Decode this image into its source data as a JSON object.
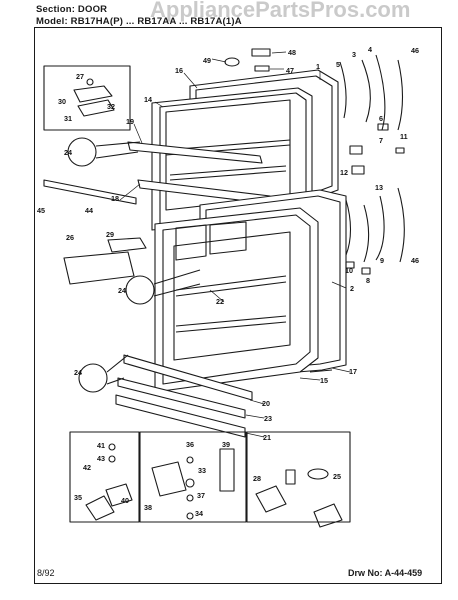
{
  "header": {
    "section": "Section: DOOR",
    "model": "Model: RB17HA(P) ... RB17AA ... RB17A(1)A"
  },
  "watermark": "AppliancePartsPros.com",
  "footer": {
    "date": "8/92",
    "drawing_number": "Drw No: A-44-459"
  },
  "part_labels": [
    "49",
    "48",
    "47",
    "16",
    "1",
    "3",
    "4",
    "46",
    "5",
    "27",
    "30",
    "32",
    "31",
    "14",
    "19",
    "24",
    "6",
    "7",
    "12",
    "11",
    "18",
    "45",
    "44",
    "13",
    "9",
    "46",
    "26",
    "29",
    "24",
    "22",
    "10",
    "8",
    "2",
    "17",
    "15",
    "24",
    "20",
    "23",
    "21",
    "41",
    "43",
    "42",
    "40",
    "35",
    "36",
    "33",
    "37",
    "38",
    "34",
    "39",
    "28",
    "25"
  ],
  "colors": {
    "line": "#1a1a1a",
    "paper": "#ffffff",
    "watermark": "#b9b9b9"
  }
}
